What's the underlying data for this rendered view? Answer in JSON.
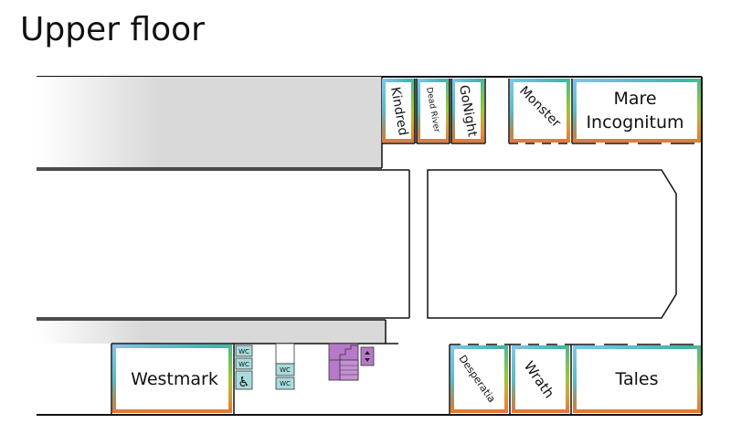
{
  "title": "Upper floor",
  "rooms": {
    "kindred": "Kindred",
    "dead_river": "Dead River",
    "gonight": "GoNight",
    "monster": "Monster",
    "mare_line1": "Mare",
    "mare_line2": "Incognitum",
    "westmark": "Westmark",
    "desperatia": "Desperatia",
    "wrath": "Wrath",
    "tales": "Tales"
  },
  "facilities": {
    "wc": "WC",
    "accessible_icon": "wheelchair-icon",
    "stairs_icon": "stairs-icon",
    "elevator_icon": "elevator-icon"
  },
  "colors": {
    "gradient": [
      "#7fc4ee",
      "#3fb6a8",
      "#8cc63f",
      "#f0a830",
      "#e07b39"
    ],
    "wc_fill": "#a8dcdc",
    "stairs_fill": "#b779c9",
    "wall_shade": "#d9d9d9"
  }
}
